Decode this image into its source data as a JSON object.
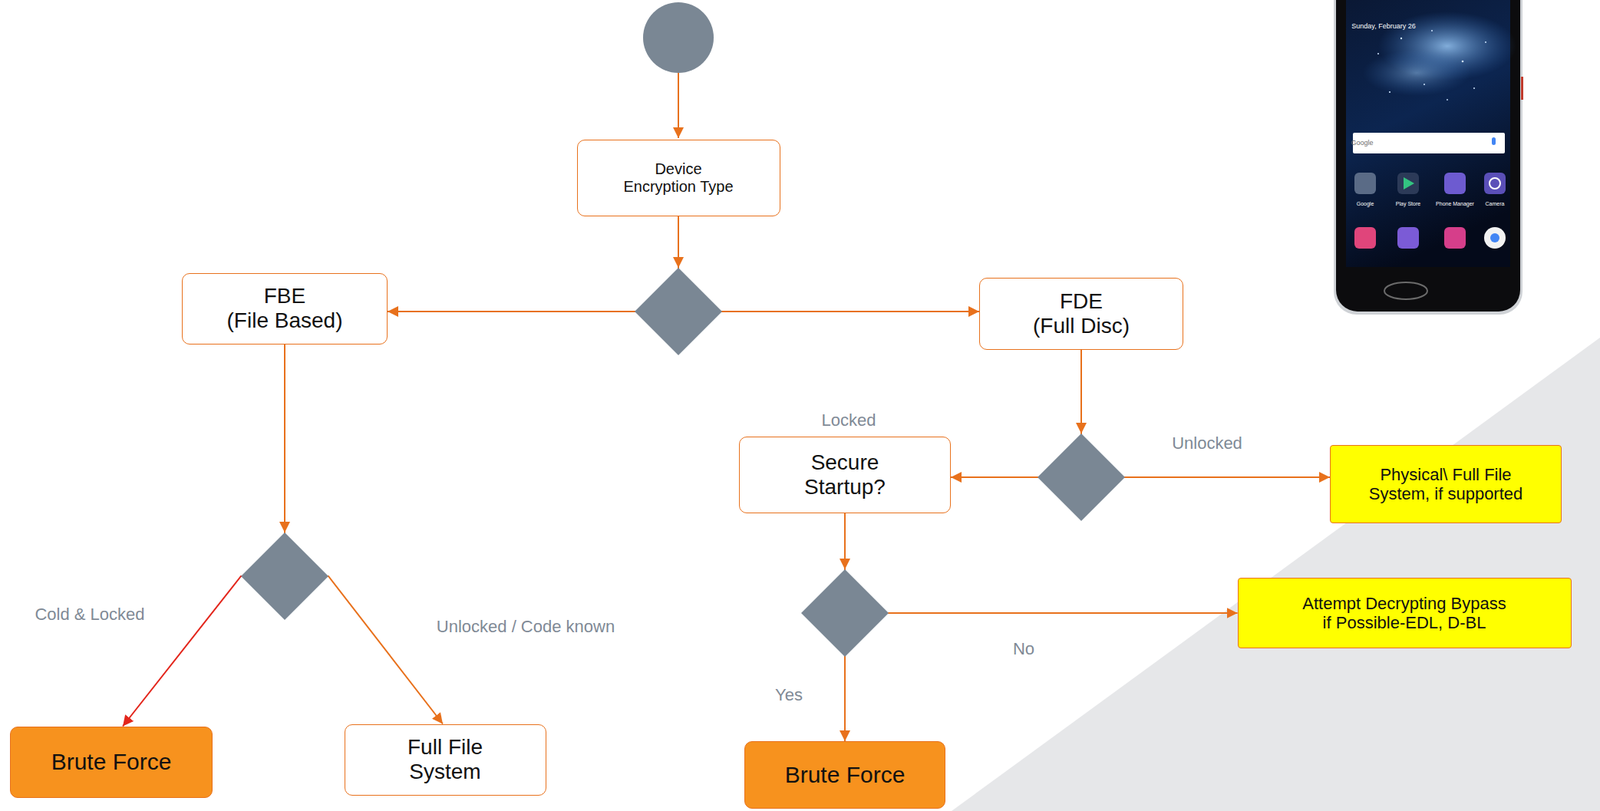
{
  "diagram": {
    "nodes": [
      {
        "text": [
          "Device Encryption Type"
        ]
      },
      {
        "text": [
          "FBE (File Based)"
        ]
      },
      {
        "text": [
          "FDE (Full Disc)"
        ]
      },
      {
        "text": [
          "Secure Startup?"
        ]
      },
      {
        "text": [
          "Physical\\ Full File System, if supported"
        ]
      },
      {
        "text": [
          "Attempt Decrypting Bypass if Possible-EDL, D-BL"
        ]
      },
      {
        "text": [
          "Brute Force"
        ]
      },
      {
        "text": [
          "Full File System"
        ]
      },
      {
        "text": [
          "Brute Force"
        ]
      }
    ],
    "edges": [
      {
        "from": 0,
        "to": 1,
        "arrow": "to"
      },
      {
        "from": 0,
        "to": 2,
        "arrow": "to"
      },
      {
        "from": 2,
        "to": 3,
        "label": "Locked",
        "arrow": "to"
      },
      {
        "from": 2,
        "to": 4,
        "label": "Unlocked",
        "arrow": "to"
      },
      {
        "from": 1,
        "to": 6,
        "label": "Cold & Locked",
        "arrow": "to"
      },
      {
        "from": 1,
        "to": 7,
        "label": "Unlocked / Code known",
        "arrow": "to"
      },
      {
        "from": 3,
        "to": 8,
        "label": "Yes",
        "arrow": "to"
      },
      {
        "from": 3,
        "to": 5,
        "label": "No",
        "arrow": "to"
      }
    ],
    "labels": [
      "Sunday, February 26",
      "Google",
      "Google",
      "Play Store",
      "Phone Manager",
      "Camera"
    ]
  }
}
